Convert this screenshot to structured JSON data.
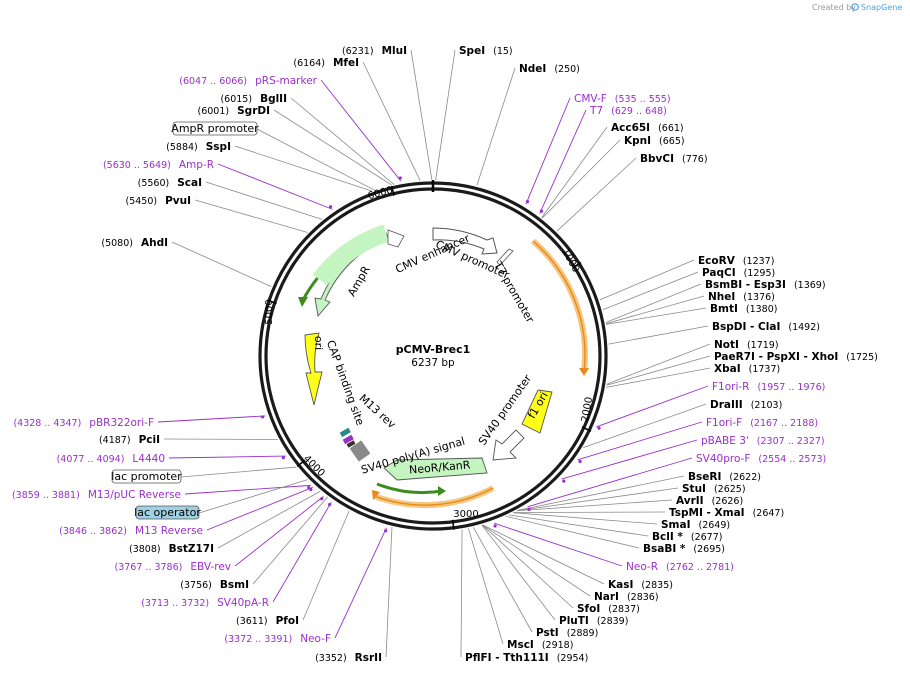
{
  "credit": {
    "prefix": "Created by",
    "brand": "SnapGene"
  },
  "plasmid": {
    "name": "pCMV-Brec1",
    "length_label": "6237 bp"
  },
  "tick_labels": [
    "1000",
    "2000",
    "3000",
    "4000",
    "5000",
    "6000"
  ],
  "features": [
    "CMV enhancer",
    "CMV promoter",
    "T7 promoter",
    "AmpR",
    "ori",
    "CAP binding site",
    "M13 rev",
    "SV40 poly(A) signal",
    "SV40 promoter",
    "f1 ori",
    "NeoR/KanR"
  ],
  "boxed_features": [
    "AmpR promoter",
    "lac promoter",
    "lac operator"
  ],
  "right_sites": [
    {
      "name": "SpeI",
      "pos": "(15)"
    },
    {
      "name": "NdeI",
      "pos": "(250)"
    },
    {
      "name": "Acc65I",
      "pos": "(661)"
    },
    {
      "name": "KpnI",
      "pos": "(665)"
    },
    {
      "name": "BbvCI",
      "pos": "(776)"
    },
    {
      "name": "EcoRV",
      "pos": "(1237)"
    },
    {
      "name": "PaqCI",
      "pos": "(1295)"
    },
    {
      "name": "BsmBI - Esp3I",
      "pos": "(1369)"
    },
    {
      "name": "NheI",
      "pos": "(1376)"
    },
    {
      "name": "BmtI",
      "pos": "(1380)"
    },
    {
      "name": "BspDI - ClaI",
      "pos": "(1492)"
    },
    {
      "name": "NotI",
      "pos": "(1719)"
    },
    {
      "name": "PaeR7I - PspXI - XhoI",
      "pos": "(1725)"
    },
    {
      "name": "XbaI",
      "pos": "(1737)"
    },
    {
      "name": "DraIII",
      "pos": "(2103)"
    },
    {
      "name": "BseRI",
      "pos": "(2622)"
    },
    {
      "name": "StuI",
      "pos": "(2625)"
    },
    {
      "name": "AvrII",
      "pos": "(2626)"
    },
    {
      "name": "TspMI - XmaI",
      "pos": "(2647)"
    },
    {
      "name": "SmaI",
      "pos": "(2649)"
    },
    {
      "name": "BclI *",
      "pos": "(2677)"
    },
    {
      "name": "BsaBI *",
      "pos": "(2695)"
    },
    {
      "name": "KasI",
      "pos": "(2835)"
    },
    {
      "name": "NarI",
      "pos": "(2836)"
    },
    {
      "name": "SfoI",
      "pos": "(2837)"
    },
    {
      "name": "PluTI",
      "pos": "(2839)"
    },
    {
      "name": "PstI",
      "pos": "(2889)"
    },
    {
      "name": "MscI",
      "pos": "(2918)"
    },
    {
      "name": "PflFI - Tth111I",
      "pos": "(2954)"
    }
  ],
  "left_sites": [
    {
      "name": "MluI",
      "pos": "(6231)"
    },
    {
      "name": "MfeI",
      "pos": "(6164)"
    },
    {
      "name": "BglII",
      "pos": "(6015)"
    },
    {
      "name": "SgrDI",
      "pos": "(6001)"
    },
    {
      "name": "SspI",
      "pos": "(5884)"
    },
    {
      "name": "ScaI",
      "pos": "(5560)"
    },
    {
      "name": "PvuI",
      "pos": "(5450)"
    },
    {
      "name": "AhdI",
      "pos": "(5080)"
    },
    {
      "name": "PciI",
      "pos": "(4187)"
    },
    {
      "name": "BstZ17I",
      "pos": "(3808)"
    },
    {
      "name": "BsmI",
      "pos": "(3756)"
    },
    {
      "name": "PfoI",
      "pos": "(3611)"
    },
    {
      "name": "RsrII",
      "pos": "(3352)"
    }
  ],
  "right_primers": [
    {
      "name": "CMV-F",
      "pos": "(535 .. 555)"
    },
    {
      "name": "T7",
      "pos": "(629 .. 648)"
    },
    {
      "name": "F1ori-R",
      "pos": "(1957 .. 1976)"
    },
    {
      "name": "F1ori-F",
      "pos": "(2167 .. 2188)"
    },
    {
      "name": "pBABE 3'",
      "pos": "(2307 .. 2327)"
    },
    {
      "name": "SV40pro-F",
      "pos": "(2554 .. 2573)"
    },
    {
      "name": "Neo-R",
      "pos": "(2762 .. 2781)"
    }
  ],
  "left_primers": [
    {
      "name": "pRS-marker",
      "pos": "(6047 .. 6066)"
    },
    {
      "name": "Amp-R",
      "pos": "(5630 .. 5649)"
    },
    {
      "name": "pBR322ori-F",
      "pos": "(4328 .. 4347)"
    },
    {
      "name": "L4440",
      "pos": "(4077 .. 4094)"
    },
    {
      "name": "M13/pUC Reverse",
      "pos": "(3859 .. 3881)"
    },
    {
      "name": "M13 Reverse",
      "pos": "(3846 .. 3862)"
    },
    {
      "name": "EBV-rev",
      "pos": "(3767 .. 3786)"
    },
    {
      "name": "SV40pA-R",
      "pos": "(3713 .. 3732)"
    },
    {
      "name": "Neo-F",
      "pos": "(3372 .. 3391)"
    }
  ]
}
